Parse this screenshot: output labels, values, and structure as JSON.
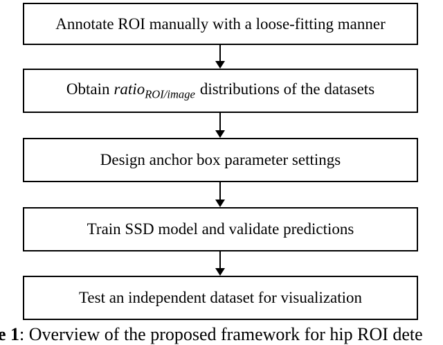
{
  "colors": {
    "background": "#ffffff",
    "ink": "#000000"
  },
  "flowchart": {
    "steps": [
      {
        "label": "Annotate ROI manually with a loose-fitting manner"
      },
      {
        "prefix": "Obtain",
        "math_base": "ratio",
        "math_subscript": "ROI/image",
        "suffix": "distributions of the datasets"
      },
      {
        "label": "Design anchor box parameter settings"
      },
      {
        "label": "Train SSD model and validate predictions"
      },
      {
        "label": "Test an independent dataset for visualization"
      }
    ],
    "connectors": [
      "down-arrow",
      "down-arrow",
      "down-arrow",
      "down-arrow"
    ]
  },
  "caption": {
    "bold_fragment": "e 1",
    "rest_fragment": ": Overview of the proposed framework for hip ROI dete"
  }
}
